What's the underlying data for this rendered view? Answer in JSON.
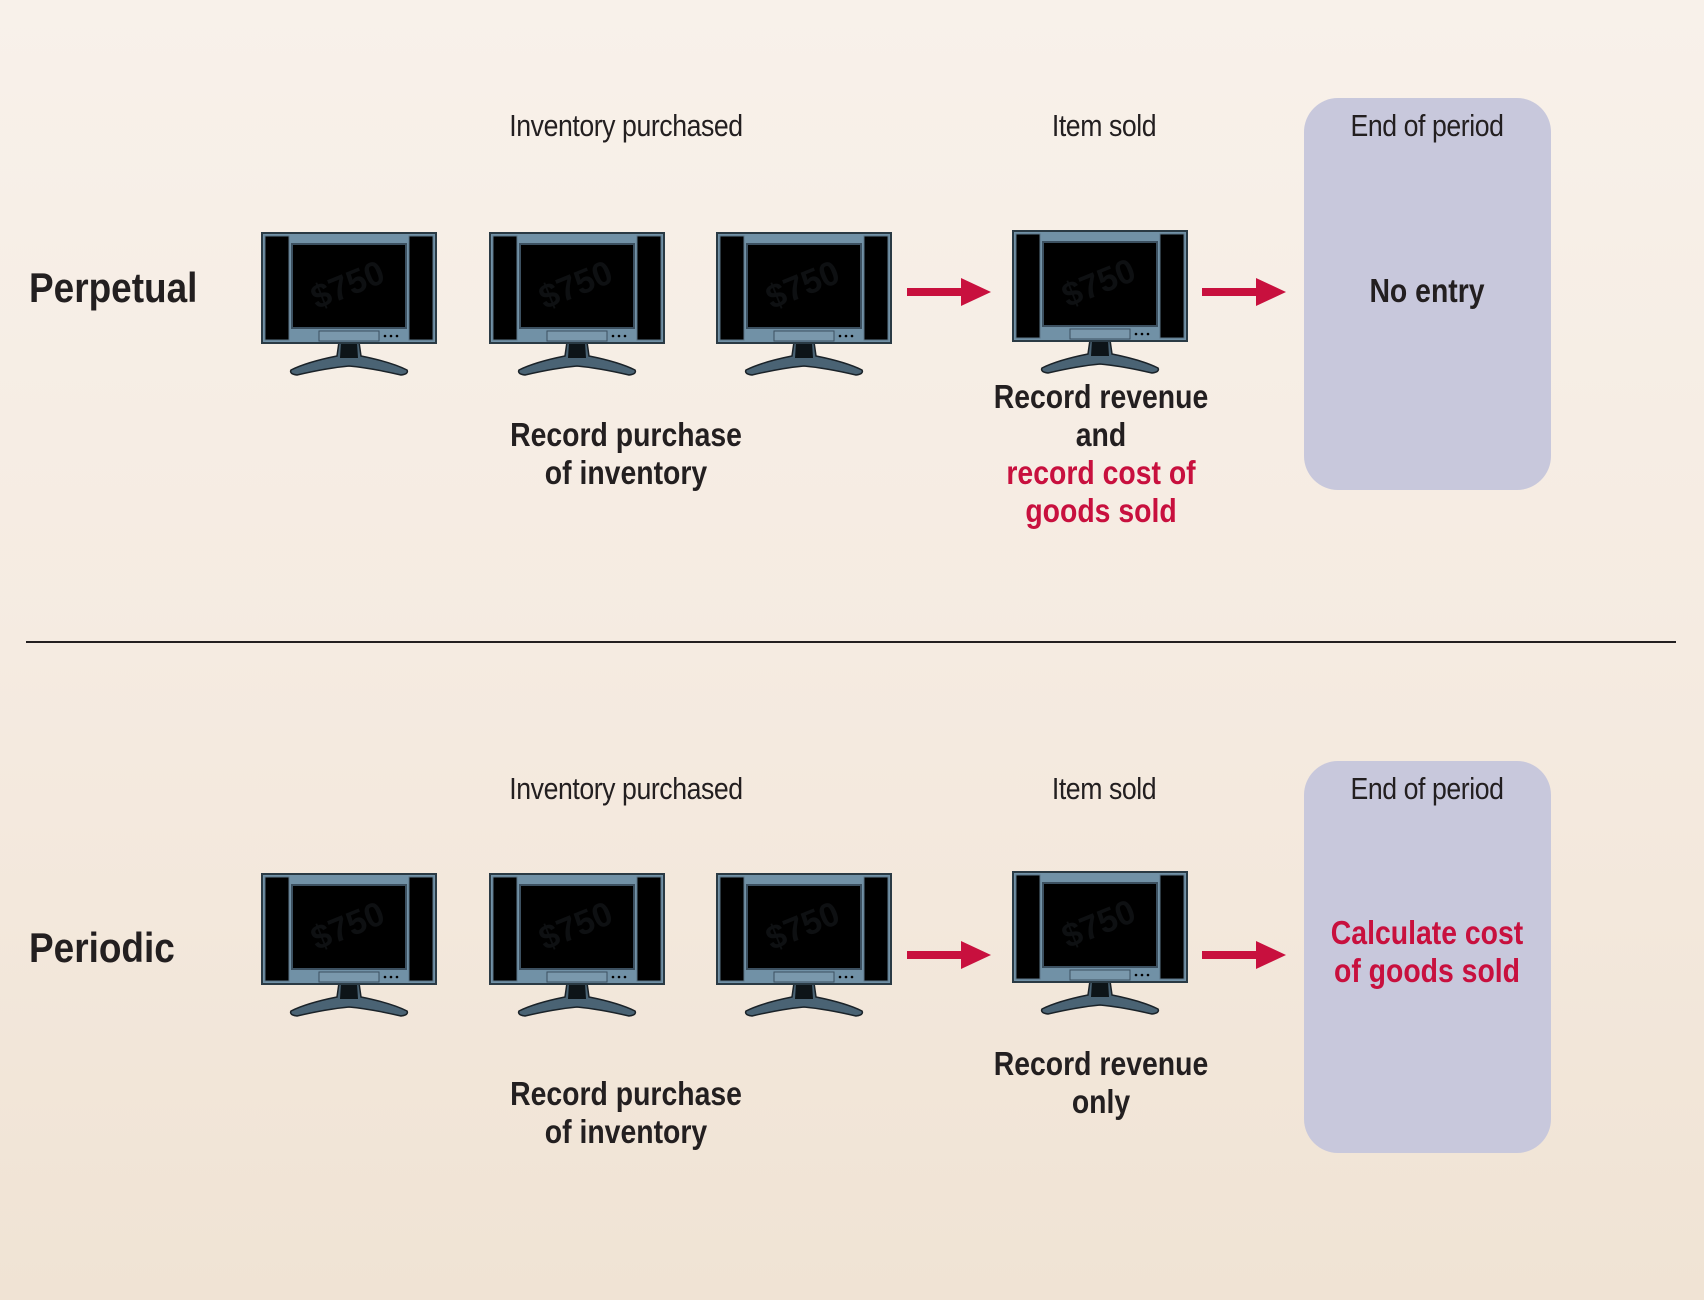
{
  "colors": {
    "accent_red": "#c8103e",
    "end_box": "#c8c8dc",
    "tv_frame": "#7191a6",
    "text": "#231f20"
  },
  "sections": [
    {
      "label": "Perpetual",
      "headers": {
        "purchased": "Inventory purchased",
        "sold": "Item sold",
        "end": "End of period"
      },
      "tvs": [
        {
          "icon": "tv-monitor-icon",
          "price": "$750"
        },
        {
          "icon": "tv-monitor-icon",
          "price": "$750"
        },
        {
          "icon": "tv-monitor-icon",
          "price": "$750"
        },
        {
          "icon": "tv-monitor-icon",
          "price": "$750"
        }
      ],
      "purchase_caption": [
        "Record purchase",
        "of inventory"
      ],
      "sold_caption": {
        "black": [
          "Record revenue",
          "and"
        ],
        "red": [
          "record cost of",
          "goods sold"
        ]
      },
      "end_text": {
        "text": "No entry",
        "color": "black"
      }
    },
    {
      "label": "Periodic",
      "headers": {
        "purchased": "Inventory purchased",
        "sold": "Item sold",
        "end": "End of period"
      },
      "tvs": [
        {
          "icon": "tv-monitor-icon",
          "price": "$750"
        },
        {
          "icon": "tv-monitor-icon",
          "price": "$750"
        },
        {
          "icon": "tv-monitor-icon",
          "price": "$750"
        },
        {
          "icon": "tv-monitor-icon",
          "price": "$750"
        }
      ],
      "purchase_caption": [
        "Record purchase",
        "of inventory"
      ],
      "sold_caption": {
        "black": [
          "Record revenue",
          "only"
        ],
        "red": []
      },
      "end_text": {
        "lines": [
          "Calculate cost",
          "of goods sold"
        ],
        "color": "red"
      }
    }
  ]
}
